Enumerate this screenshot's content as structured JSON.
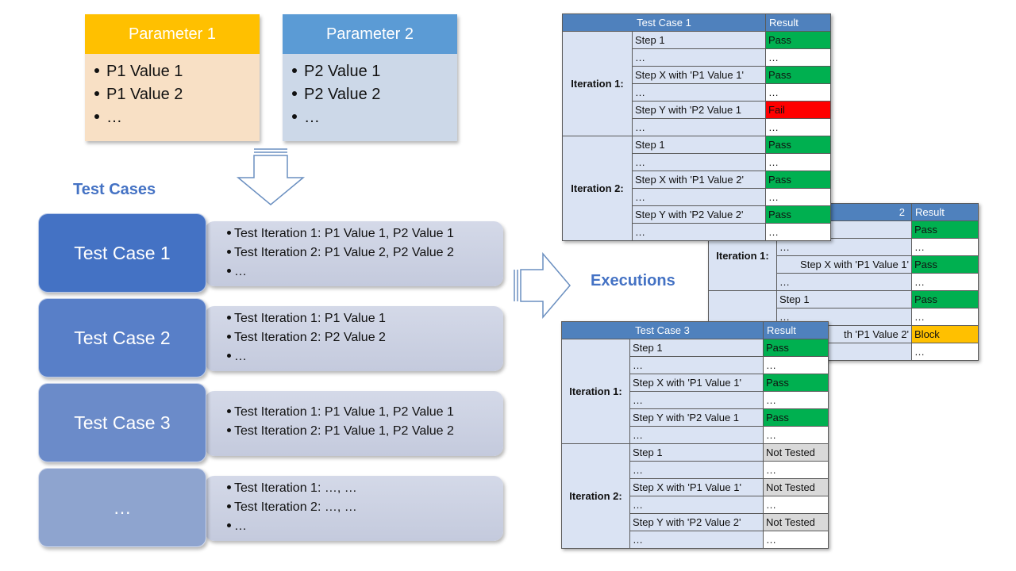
{
  "parameters": [
    {
      "title": "Parameter 1",
      "header_color": "#ffc000",
      "body_color": "#f8e0c5",
      "values": [
        "P1 Value 1",
        "P1 Value 2",
        "…"
      ]
    },
    {
      "title": "Parameter 2",
      "header_color": "#5b9bd5",
      "body_color": "#ccd8e8",
      "values": [
        "P2 Value 1",
        "P2 Value 2",
        "…"
      ]
    }
  ],
  "test_cases_label": "Test Cases",
  "executions_label": "Executions",
  "test_cases": [
    {
      "name": "Test Case 1",
      "color": "#4472c4",
      "iterations": [
        "Test Iteration 1: P1 Value 1, P2 Value 1",
        "Test Iteration 2: P1 Value 2, P2 Value 2",
        "…"
      ]
    },
    {
      "name": "Test Case 2",
      "color": "#587fc8",
      "iterations": [
        "Test Iteration 1: P1 Value 1",
        "Test Iteration 2: P2 Value 2",
        "…"
      ]
    },
    {
      "name": "Test Case 3",
      "color": "#6b8bc9",
      "iterations": [
        "Test Iteration 1: P1 Value 1, P2 Value 1",
        "Test Iteration 2: P1 Value 1, P2 Value 2"
      ]
    },
    {
      "name": "…",
      "color": "#8ea4cf",
      "iterations": [
        "Test Iteration 1: …, …",
        "Test Iteration 2: …, …",
        "…"
      ]
    }
  ],
  "executions": [
    {
      "title": "Test Case 1",
      "result_header": "Result",
      "iterations": [
        {
          "label": "Iteration 1:",
          "rows": [
            {
              "step": "Step 1",
              "result": "Pass",
              "status": "pass"
            },
            {
              "step": "…",
              "result": "…",
              "status": "none"
            },
            {
              "step": "Step X with 'P1 Value 1'",
              "result": "Pass",
              "status": "pass"
            },
            {
              "step": "…",
              "result": "…",
              "status": "none"
            },
            {
              "step": "Step Y with 'P2 Value 1",
              "result": "Fail",
              "status": "fail"
            },
            {
              "step": "…",
              "result": "…",
              "status": "none"
            }
          ]
        },
        {
          "label": "Iteration 2:",
          "rows": [
            {
              "step": "Step 1",
              "result": "Pass",
              "status": "pass"
            },
            {
              "step": "…",
              "result": "…",
              "status": "none"
            },
            {
              "step": "Step X with 'P1 Value 2'",
              "result": "Pass",
              "status": "pass"
            },
            {
              "step": "…",
              "result": "…",
              "status": "none"
            },
            {
              "step": "Step Y with 'P2 Value 2'",
              "result": "Pass",
              "status": "pass"
            },
            {
              "step": "…",
              "result": "…",
              "status": "none"
            }
          ]
        }
      ]
    },
    {
      "title": "2",
      "result_header": "Result",
      "iterations": [
        {
          "label": "Iteration 1:",
          "rows": [
            {
              "step": "",
              "result": "Pass",
              "status": "pass"
            },
            {
              "step": "…",
              "result": "…",
              "status": "none"
            },
            {
              "step": "Step X with 'P1 Value 1'",
              "result": "Pass",
              "status": "pass"
            },
            {
              "step": "…",
              "result": "…",
              "status": "none"
            }
          ]
        },
        {
          "label": "",
          "rows": [
            {
              "step": "Step 1",
              "result": "Pass",
              "status": "pass"
            },
            {
              "step": "…",
              "result": "…",
              "status": "none"
            },
            {
              "step": "th 'P1 Value 2'",
              "result": "Block",
              "status": "block"
            },
            {
              "step": "…",
              "result": "…",
              "status": "none"
            }
          ]
        }
      ]
    },
    {
      "title": "Test Case 3",
      "result_header": "Result",
      "iterations": [
        {
          "label": "Iteration 1:",
          "rows": [
            {
              "step": "Step 1",
              "result": "Pass",
              "status": "pass"
            },
            {
              "step": "…",
              "result": "…",
              "status": "none"
            },
            {
              "step": "Step X with 'P1 Value 1'",
              "result": "Pass",
              "status": "pass"
            },
            {
              "step": "…",
              "result": "…",
              "status": "none"
            },
            {
              "step": "Step Y with 'P2 Value 1",
              "result": "Pass",
              "status": "pass"
            },
            {
              "step": "…",
              "result": "…",
              "status": "none"
            }
          ]
        },
        {
          "label": "Iteration 2:",
          "rows": [
            {
              "step": "Step 1",
              "result": "Not Tested",
              "status": "nt"
            },
            {
              "step": "…",
              "result": "…",
              "status": "none"
            },
            {
              "step": "Step X with 'P1 Value 1'",
              "result": "Not Tested",
              "status": "nt"
            },
            {
              "step": "…",
              "result": "…",
              "status": "none"
            },
            {
              "step": "Step Y with 'P2 Value 2'",
              "result": "Not Tested",
              "status": "nt"
            },
            {
              "step": "…",
              "result": "…",
              "status": "none"
            }
          ]
        }
      ]
    }
  ],
  "status_colors": {
    "pass": "#00b050",
    "fail": "#ff0000",
    "block": "#ffc000",
    "not_tested": "#d9d9d9"
  }
}
